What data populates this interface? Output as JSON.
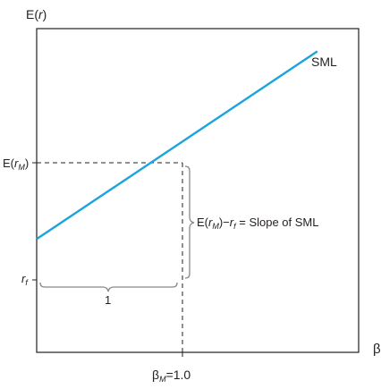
{
  "chart_data": {
    "type": "line",
    "title": "",
    "ylabel_main": "E(",
    "ylabel_var": "r",
    "ylabel_close": ")",
    "xlabel": "β",
    "xlim": [
      0,
      1.95
    ],
    "ylim": [
      0,
      1
    ],
    "grid": false,
    "series": [
      {
        "name": "SML",
        "x": [
          0,
          1.7
        ],
        "y": [
          0.35,
          0.93
        ],
        "color": "#1aa3de"
      }
    ],
    "annotations": {
      "market_beta": 1.0,
      "market_return": 0.682,
      "rf": 0.35,
      "ytick_market_main": "E(",
      "ytick_market_var": "r",
      "ytick_market_sub": "M",
      "ytick_market_close": ")",
      "ytick_rf_var": "r",
      "ytick_rf_sub": "f",
      "xtick_beta": "β",
      "xtick_beta_sub": "M",
      "xtick_beta_value": "=1.0",
      "run_label": "1",
      "rise_label_main": "E(",
      "rise_label_var": "r",
      "rise_label_sub": "M",
      "rise_label_mid": ")−",
      "rise_label_var2": "r",
      "rise_label_sub2": "f",
      "rise_label_tail": " = Slope of SML"
    },
    "colors": {
      "line": "#1aa3de",
      "axes": "#231f20",
      "guides": "#231f20",
      "brace": "#888888"
    }
  }
}
